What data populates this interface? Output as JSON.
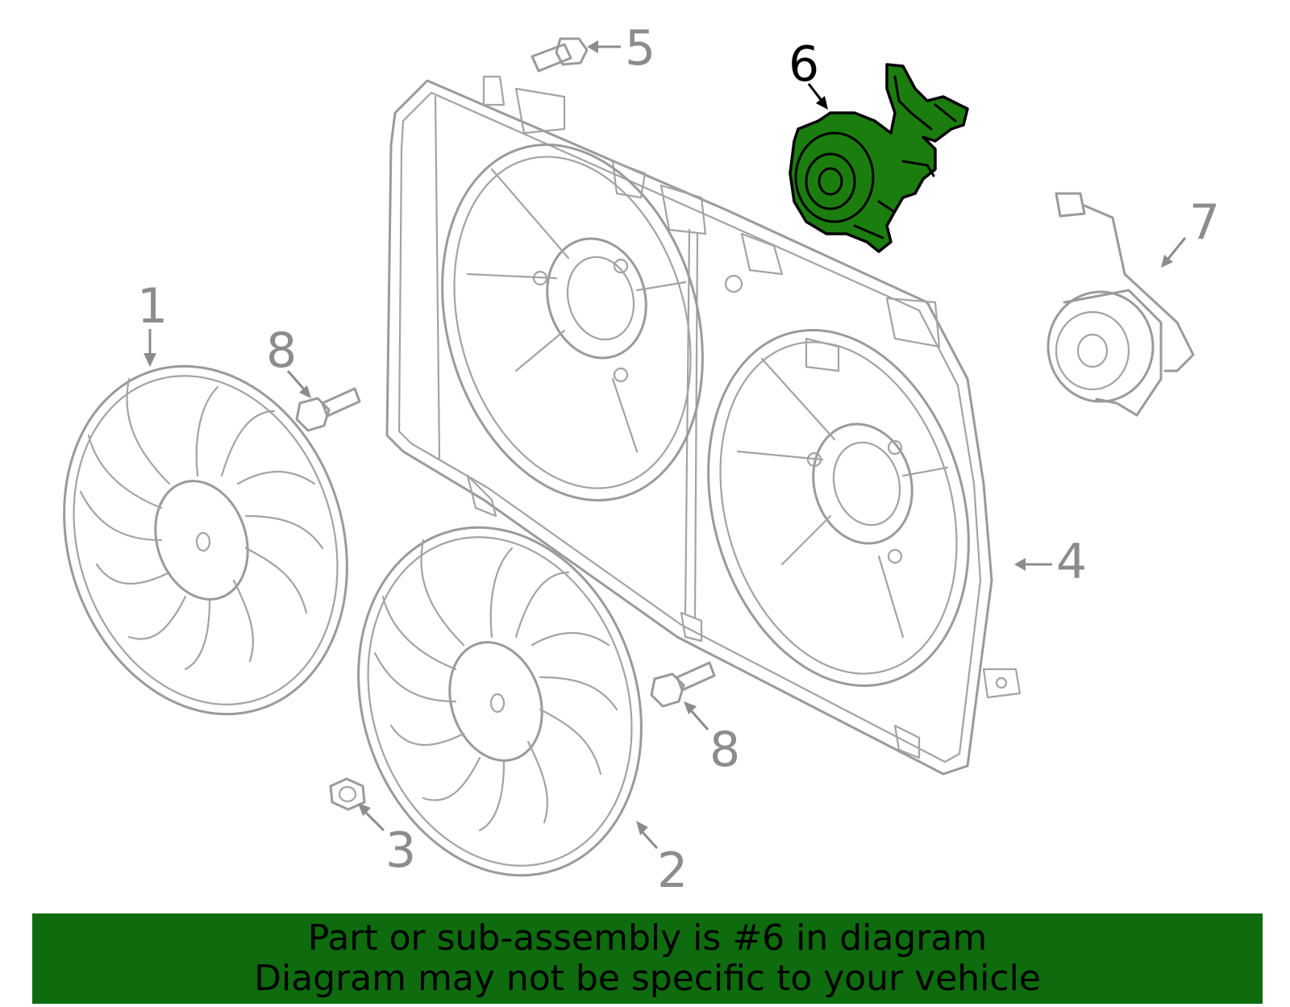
{
  "diagram": {
    "callouts": [
      {
        "id": "1",
        "label": "1",
        "active": false
      },
      {
        "id": "2",
        "label": "2",
        "active": false
      },
      {
        "id": "3",
        "label": "3",
        "active": false
      },
      {
        "id": "4",
        "label": "4",
        "active": false
      },
      {
        "id": "5",
        "label": "5",
        "active": false
      },
      {
        "id": "6",
        "label": "6",
        "active": true
      },
      {
        "id": "7",
        "label": "7",
        "active": false
      },
      {
        "id": "8a",
        "label": "8",
        "active": false
      },
      {
        "id": "8b",
        "label": "8",
        "active": false
      }
    ],
    "highlight_color": "#1c7d0f",
    "part_line_color": "#9a9a9a"
  },
  "banner": {
    "line1": "Part or sub-assembly is #6 in diagram",
    "line2": "Diagram may not be specific to your vehicle",
    "background": "#0e6b0e"
  }
}
